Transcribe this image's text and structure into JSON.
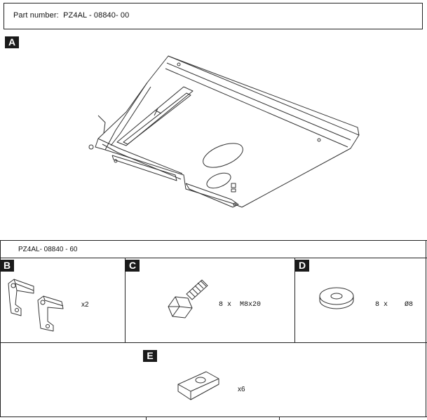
{
  "header": {
    "part_number_label": "Part number:",
    "part_number_value": "PZ4AL  - 08840- 00"
  },
  "section_a": {
    "badge": "A",
    "icon": "skid-plate-icon"
  },
  "kit": {
    "kit_number": "PZ4AL- 08840 - 60",
    "items": [
      {
        "badge": "B",
        "icon": "bracket-icon",
        "qty": "x2"
      },
      {
        "badge": "C",
        "icon": "bolt-icon",
        "qty": "8  x",
        "size": "M8x20"
      },
      {
        "badge": "D",
        "icon": "washer-icon",
        "qty": "8  x",
        "size": "Ø8"
      },
      {
        "badge": "E",
        "icon": "nut-plate-icon",
        "qty": "x6"
      }
    ]
  }
}
